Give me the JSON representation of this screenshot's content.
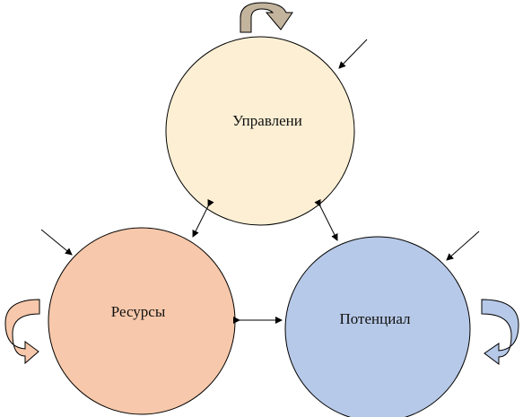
{
  "nodes": {
    "management": {
      "label": "Управлени",
      "fill": "#fcefd4"
    },
    "resources": {
      "label": "Ресурсы",
      "fill": "#f7c8ab"
    },
    "potential": {
      "label": "Потенциал",
      "fill": "#b7c9e8"
    }
  },
  "colors": {
    "stroke": "#000000",
    "cycle_arrow_top": "#c3b49d",
    "cycle_arrow_left": "#f7c8ab",
    "cycle_arrow_right": "#b7c9e8"
  }
}
